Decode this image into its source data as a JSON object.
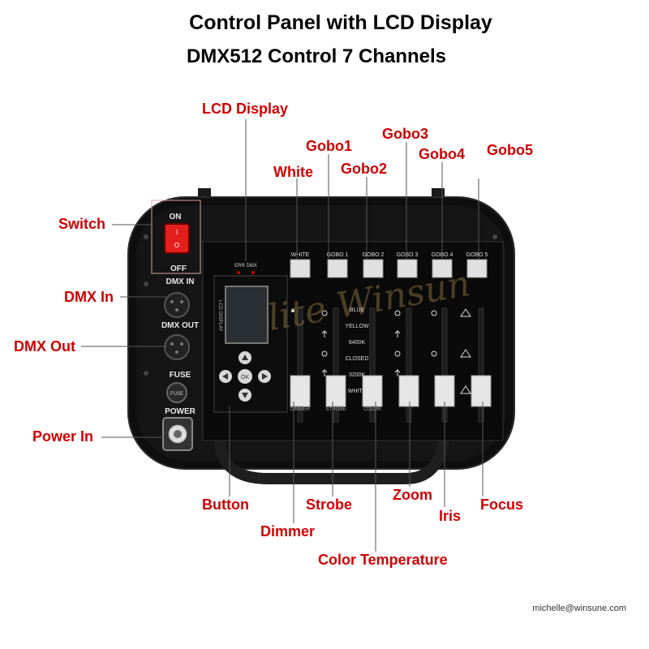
{
  "title": {
    "line1": "Control Panel with LCD Display",
    "line2": "DMX512 Control 7 Channels"
  },
  "callouts": {
    "lcd_display": "LCD Display",
    "switch": "Switch",
    "dmx_in": "DMX In",
    "dmx_out": "DMX Out",
    "power_in": "Power In",
    "white": "White",
    "gobo1": "Gobo1",
    "gobo2": "Gobo2",
    "gobo3": "Gobo3",
    "gobo4": "Gobo4",
    "gobo5": "Gobo5",
    "button": "Button",
    "dimmer": "Dimmer",
    "strobe": "Strobe",
    "color_temperature": "Color Temperature",
    "zoom": "Zoom",
    "iris": "Iris",
    "focus": "Focus"
  },
  "panel": {
    "switch_on": "ON",
    "switch_off": "OFF",
    "switch_i": "I",
    "switch_o": "O",
    "dmx_in": "DMX IN",
    "dmx_out": "DMX OUT",
    "fuse": "FUSE",
    "fuse_cap": "FUSE",
    "power": "POWER",
    "err_dmx": "ERR DMX",
    "lcd_label": "LCD DISPLAY",
    "ok": "OK",
    "key_labels": [
      "WHITE",
      "GOBO 1",
      "GOBO 2",
      "GOBO 3",
      "GOBO 4",
      "GOBO 5"
    ],
    "color_scale": [
      "BLUE",
      "YELLOW",
      "6400K",
      "CLOSED",
      "3200K",
      "WHITE"
    ],
    "fader_labels": [
      "DIMMER",
      "STROBE",
      "COLOR"
    ]
  },
  "watermark": "lite Winsun",
  "email": "michelle@winsune.com",
  "colors": {
    "callout_red": "#d10000",
    "panel_black": "#111111",
    "switch_red": "#e3201b"
  }
}
